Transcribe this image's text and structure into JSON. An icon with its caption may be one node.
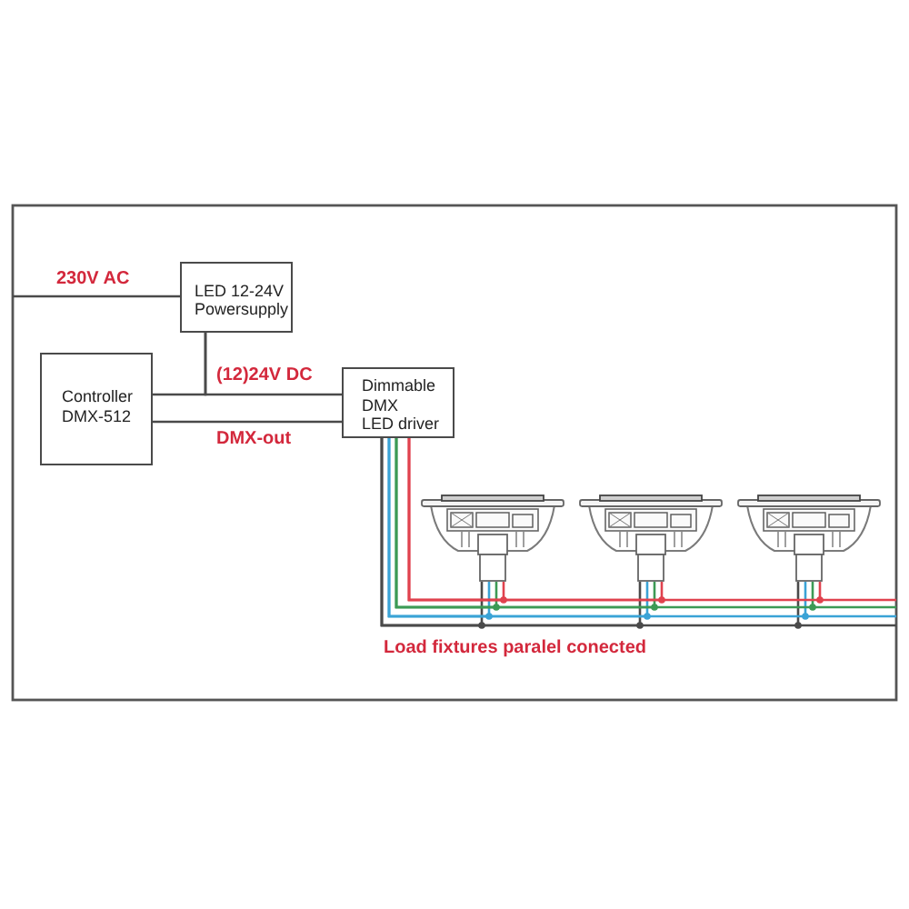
{
  "diagram": {
    "nodes": [
      {
        "text": [
          "LED 12-24V Powersupply"
        ]
      },
      {
        "text": [
          "Controller DMX-512"
        ]
      },
      {
        "text": [
          "Dimmable DMX LED driver"
        ]
      },
      {
        "text": [],
        "shape": "picture"
      },
      {
        "text": [],
        "shape": "picture"
      },
      {
        "text": [],
        "shape": "picture"
      }
    ],
    "edges": [
      {
        "from": null,
        "to": 0,
        "arrow": "none",
        "label": "230V AC"
      },
      {
        "from": 0,
        "to": 1,
        "arrow": "none"
      },
      {
        "from": 0,
        "to": 2,
        "arrow": "none",
        "label": "(12)24V DC"
      },
      {
        "from": 1,
        "to": 2,
        "arrow": "none",
        "label": "DMX-out"
      },
      {
        "from": 2,
        "to": 3,
        "arrow": "none"
      },
      {
        "from": 2,
        "to": 3,
        "arrow": "none",
        "color": "#3aa3d6"
      },
      {
        "from": 2,
        "to": 3,
        "arrow": "none",
        "color": "#3c9a55"
      },
      {
        "from": 2,
        "to": 3,
        "arrow": "none",
        "color": "#e0424e"
      },
      {
        "from": 2,
        "to": 4,
        "arrow": "none"
      },
      {
        "from": 2,
        "to": 4,
        "arrow": "none",
        "color": "#3aa3d6"
      },
      {
        "from": 2,
        "to": 4,
        "arrow": "none",
        "color": "#3c9a55"
      },
      {
        "from": 2,
        "to": 4,
        "arrow": "none",
        "color": "#e0424e"
      },
      {
        "from": 2,
        "to": 5,
        "arrow": "none"
      },
      {
        "from": 2,
        "to": 5,
        "arrow": "none",
        "color": "#3aa3d6"
      },
      {
        "from": 2,
        "to": 5,
        "arrow": "none",
        "color": "#3c9a55"
      },
      {
        "from": 2,
        "to": 5,
        "arrow": "none",
        "color": "#e0424e"
      }
    ],
    "labels": [
      "Load fixtures paralel conected"
    ]
  }
}
